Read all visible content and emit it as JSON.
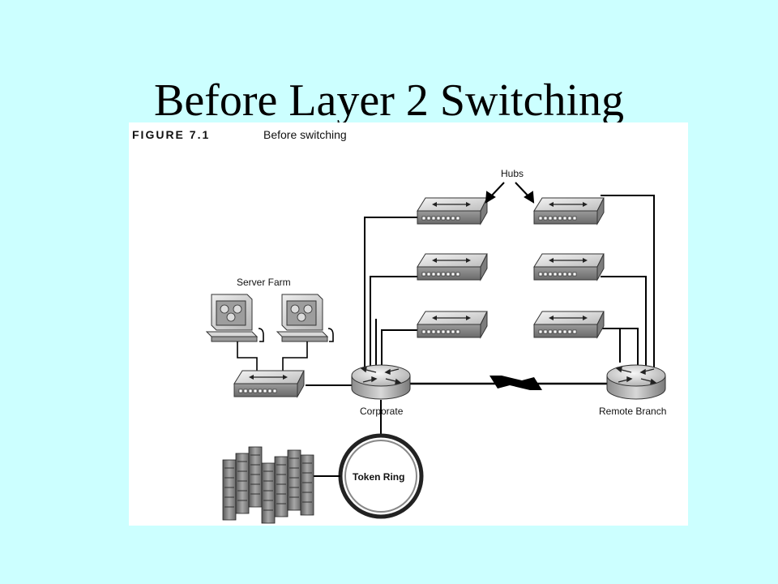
{
  "slide": {
    "title": "Before Layer 2 Switching"
  },
  "figure": {
    "number": "FIGURE 7.1",
    "caption": "Before switching",
    "labels": {
      "hubs": "Hubs",
      "server_farm": "Server Farm",
      "corporate": "Corporate",
      "remote_branch": "Remote Branch",
      "token_ring": "Token Ring"
    }
  },
  "colors": {
    "slide_background": "#ccffff",
    "device_fill": "#d0d0d0",
    "line": "#000000"
  }
}
